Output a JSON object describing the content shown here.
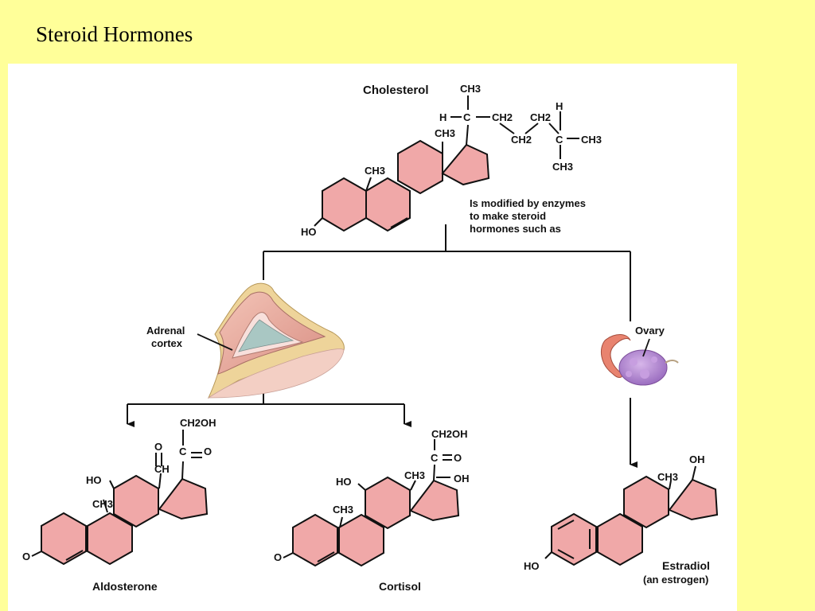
{
  "slide": {
    "title": "Steroid Hormones"
  },
  "colors": {
    "background": "#ffff99",
    "ring_fill": "#f0a8a8",
    "bond": "#111111",
    "ovary": "#b98bd2",
    "adrenal": "#e9a59a"
  },
  "cholesterol": {
    "name": "Cholesterol",
    "ch3_top": "CH3",
    "h_left": "H",
    "c_branch": "C",
    "ch2_a": "CH2",
    "ch2_b": "CH2",
    "ch2_c": "CH2",
    "h_right": "H",
    "c_terminal": "C",
    "ch3_right": "CH3",
    "ch3_bottom": "CH3",
    "ch3_c18": "CH3",
    "ch3_c19": "CH3",
    "ho": "HO"
  },
  "caption": [
    "Is modified by enzymes",
    "to make steroid",
    "hormones such as"
  ],
  "organs": {
    "adrenal_line1": "Adrenal",
    "adrenal_line2": "cortex",
    "ovary": "Ovary"
  },
  "aldosterone": {
    "name": "Aldosterone",
    "ch2oh": "CH2OH",
    "c_eq_o": "C",
    "o_ketone": "O",
    "o_ald": "O",
    "ch": "CH",
    "ho": "HO",
    "ch3": "CH3",
    "o_ring": "O"
  },
  "cortisol": {
    "name": "Cortisol",
    "ch2oh": "CH2OH",
    "c_eq_o": "C",
    "o_ketone": "O",
    "oh": "OH",
    "ho": "HO",
    "ch3_c18": "CH3",
    "ch3_c19": "CH3",
    "o_ring": "O"
  },
  "estradiol": {
    "name": "Estradiol",
    "subtitle": "(an estrogen)",
    "oh": "OH",
    "ch3": "CH3",
    "ho": "HO"
  }
}
